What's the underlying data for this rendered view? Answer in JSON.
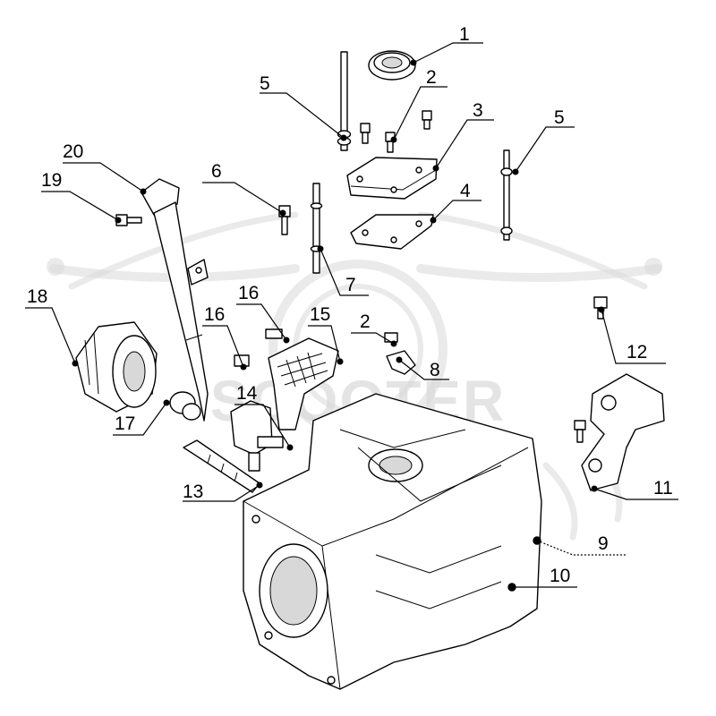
{
  "watermark": {
    "text": "SCOOTER",
    "color": "#d9d9d9"
  },
  "callouts": [
    {
      "id": "1",
      "label": "1"
    },
    {
      "id": "2a",
      "label": "2"
    },
    {
      "id": "3",
      "label": "3"
    },
    {
      "id": "4",
      "label": "4"
    },
    {
      "id": "5a",
      "label": "5"
    },
    {
      "id": "5b",
      "label": "5"
    },
    {
      "id": "6",
      "label": "6"
    },
    {
      "id": "7",
      "label": "7"
    },
    {
      "id": "2b",
      "label": "2"
    },
    {
      "id": "8",
      "label": "8"
    },
    {
      "id": "9",
      "label": "9"
    },
    {
      "id": "10",
      "label": "10"
    },
    {
      "id": "11",
      "label": "11"
    },
    {
      "id": "12",
      "label": "12"
    },
    {
      "id": "13",
      "label": "13"
    },
    {
      "id": "14",
      "label": "14"
    },
    {
      "id": "15",
      "label": "15"
    },
    {
      "id": "16a",
      "label": "16"
    },
    {
      "id": "16b",
      "label": "16"
    },
    {
      "id": "17",
      "label": "17"
    },
    {
      "id": "18",
      "label": "18"
    },
    {
      "id": "19",
      "label": "19"
    },
    {
      "id": "20",
      "label": "20"
    }
  ]
}
